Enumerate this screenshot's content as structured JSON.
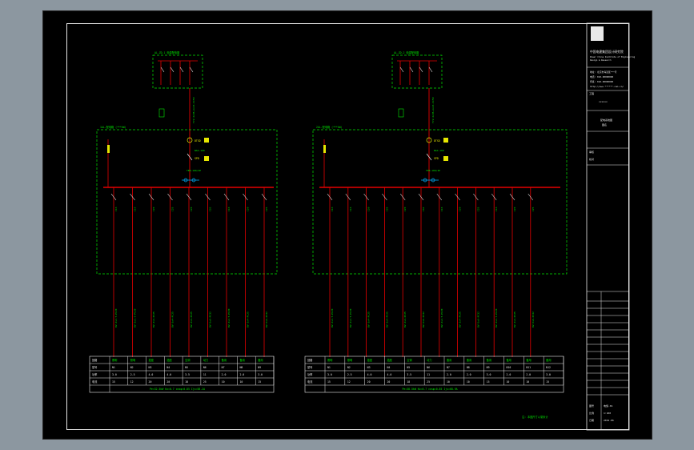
{
  "titleblock": {
    "org_name": "中国电建集团设计研究院",
    "org_en_1": "Power China Institute of Engineering",
    "org_en_2": "Design & Research",
    "address": "地址: 北京市海淀区***号",
    "phone": "电话: 010-00000000",
    "fax": "传真: 010-00000000",
    "web": "http://www.******.com.cn/",
    "project_label": "工程",
    "project_value": "××××××",
    "drawing_label": "图名",
    "drawing_value": "配电系统图",
    "role_1": "审核",
    "role_2": "校对",
    "sheet_label": "图号",
    "sheet_value": "电施-01",
    "scale_label": "比例",
    "scale_value": "1:100",
    "date_label": "日期",
    "date_value": "2019.06"
  },
  "panels": [
    {
      "source_label": "AL-ZD-1 电源配电箱",
      "main_label": "1AL-配电箱 (***kW)",
      "incoming_cable": "YJV-4x35+1x16-SC50",
      "meter": "DTSD",
      "breaker_main": "NSX-100",
      "spd": "SPD",
      "main_switch": "TEB-100/3P",
      "outgoing": [
        "C16",
        "C16",
        "C20",
        "C25",
        "C20",
        "C32",
        "C16",
        "C20",
        "C25"
      ],
      "cables": [
        "BV-3x2.5-PC20",
        "BV-3x2.5-PC20",
        "BV-3x4-PC25",
        "BV-3x4-PC25",
        "BV-3x4-PC25",
        "BV-5x6-PC32",
        "BV-3x2.5-PC20",
        "BV-3x4-PC25",
        "BV-5x6-PC32"
      ],
      "table_head": [
        "回路",
        "照明",
        "照明",
        "插座",
        "插座",
        "空调",
        "动力",
        "备用",
        "备用",
        "备用"
      ],
      "table_r1": [
        "型号",
        "N1",
        "N2",
        "N3",
        "N4",
        "N5",
        "N6",
        "N7",
        "N8",
        "N9"
      ],
      "table_r2": [
        "功率",
        "3.0",
        "2.5",
        "4.0",
        "4.0",
        "3.5",
        "11",
        "2.0",
        "2.0",
        "3.0"
      ],
      "table_r3": [
        "电流",
        "15",
        "12",
        "20",
        "20",
        "18",
        "25",
        "10",
        "10",
        "15"
      ],
      "summary": "Pe=32.5kW  Kx=0.7  cosφ=0.85  Ijs=58.2A"
    },
    {
      "source_label": "AL-ZD-2 电源配电箱",
      "main_label": "2AL-配电箱 (***kW)",
      "incoming_cable": "YJV-4x35+1x16-SC50",
      "meter": "DTSD",
      "breaker_main": "NSX-100",
      "spd": "SPD",
      "main_switch": "TEB-100/3P",
      "outgoing": [
        "C16",
        "C16",
        "C20",
        "C25",
        "C20",
        "C32",
        "C16",
        "C20",
        "C25",
        "C16",
        "C20",
        "C25"
      ],
      "cables": [
        "BV-3x2.5-PC20",
        "BV-3x2.5-PC20",
        "BV-3x4-PC25",
        "BV-3x4-PC25",
        "BV-3x4-PC25",
        "BV-5x6-PC32",
        "BV-3x2.5-PC20",
        "BV-3x4-PC25",
        "BV-5x6-PC32",
        "BV-3x2.5-PC20",
        "BV-3x4-PC25",
        "BV-5x6-PC32"
      ],
      "table_head": [
        "回路",
        "照明",
        "照明",
        "插座",
        "插座",
        "空调",
        "动力",
        "备用",
        "备用",
        "备用",
        "备用",
        "备用",
        "备用"
      ],
      "table_r1": [
        "型号",
        "N1",
        "N2",
        "N3",
        "N4",
        "N5",
        "N6",
        "N7",
        "N8",
        "N9",
        "N10",
        "N11",
        "N12"
      ],
      "table_r2": [
        "功率",
        "3.0",
        "2.5",
        "4.0",
        "4.0",
        "3.5",
        "11",
        "2.0",
        "2.0",
        "3.0",
        "2.0",
        "2.0",
        "3.0"
      ],
      "table_r3": [
        "电流",
        "15",
        "12",
        "20",
        "20",
        "18",
        "25",
        "10",
        "10",
        "15",
        "10",
        "10",
        "15"
      ],
      "summary": "Pe=38.5kW  Kx=0.7  cosφ=0.85  Ijs=68.9A"
    }
  ],
  "bottom_note": "注: 本图尺寸以毫米计"
}
